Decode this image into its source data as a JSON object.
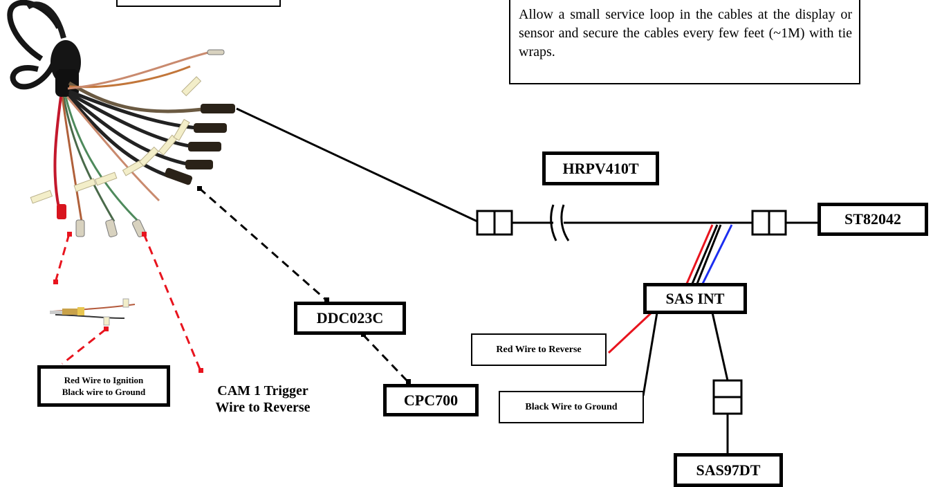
{
  "note": "Allow a small service loop in the cables at the display or sensor and secure the cables every few feet (~1M) with tie wraps.",
  "labels": {
    "hrpv410t": "HRPV410T",
    "st82042": "ST82042",
    "sas_int": "SAS INT",
    "ddc023c": "DDC023C",
    "cpc700": "CPC700",
    "sas97dt": "SAS97DT",
    "red_wire_reverse": "Red Wire to Reverse",
    "black_wire_ground": "Black Wire to Ground",
    "ignition_line1": "Red Wire to Ignition",
    "ignition_line2": "Black wire to Ground",
    "cam1_line1": "CAM 1 Trigger",
    "cam1_line2": "Wire to Reverse"
  },
  "colors": {
    "wire_red": "#e8141e",
    "wire_blue": "#1b2ef0",
    "wire_black": "#000000",
    "dashed_red": "#e8141e"
  }
}
